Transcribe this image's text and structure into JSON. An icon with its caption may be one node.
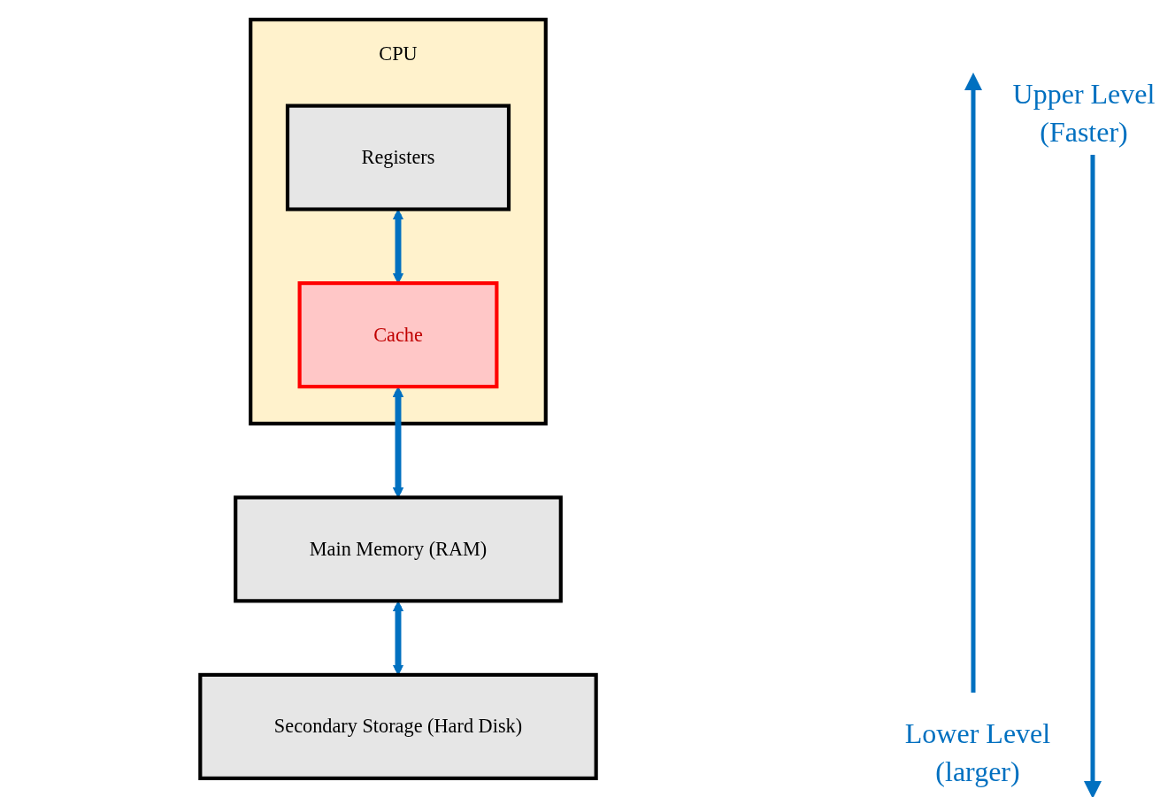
{
  "diagram": {
    "nodes": [
      {
        "text": [
          "CPU"
        ]
      },
      {
        "text": [
          "Registers"
        ],
        "in": 0
      },
      {
        "text": [
          "Cache"
        ],
        "in": 0
      },
      {
        "text": [
          "Main Memory (RAM)"
        ]
      },
      {
        "text": [
          "Secondary Storage (Hard Disk)"
        ]
      }
    ],
    "edges": [
      {
        "from": 1,
        "to": 2,
        "arrow": "both"
      },
      {
        "from": 2,
        "to": 3,
        "arrow": "both"
      },
      {
        "from": 3,
        "to": 4,
        "arrow": "both"
      }
    ],
    "labels": [
      "Upper Level (Faster)",
      "Lower Level (larger)"
    ]
  }
}
